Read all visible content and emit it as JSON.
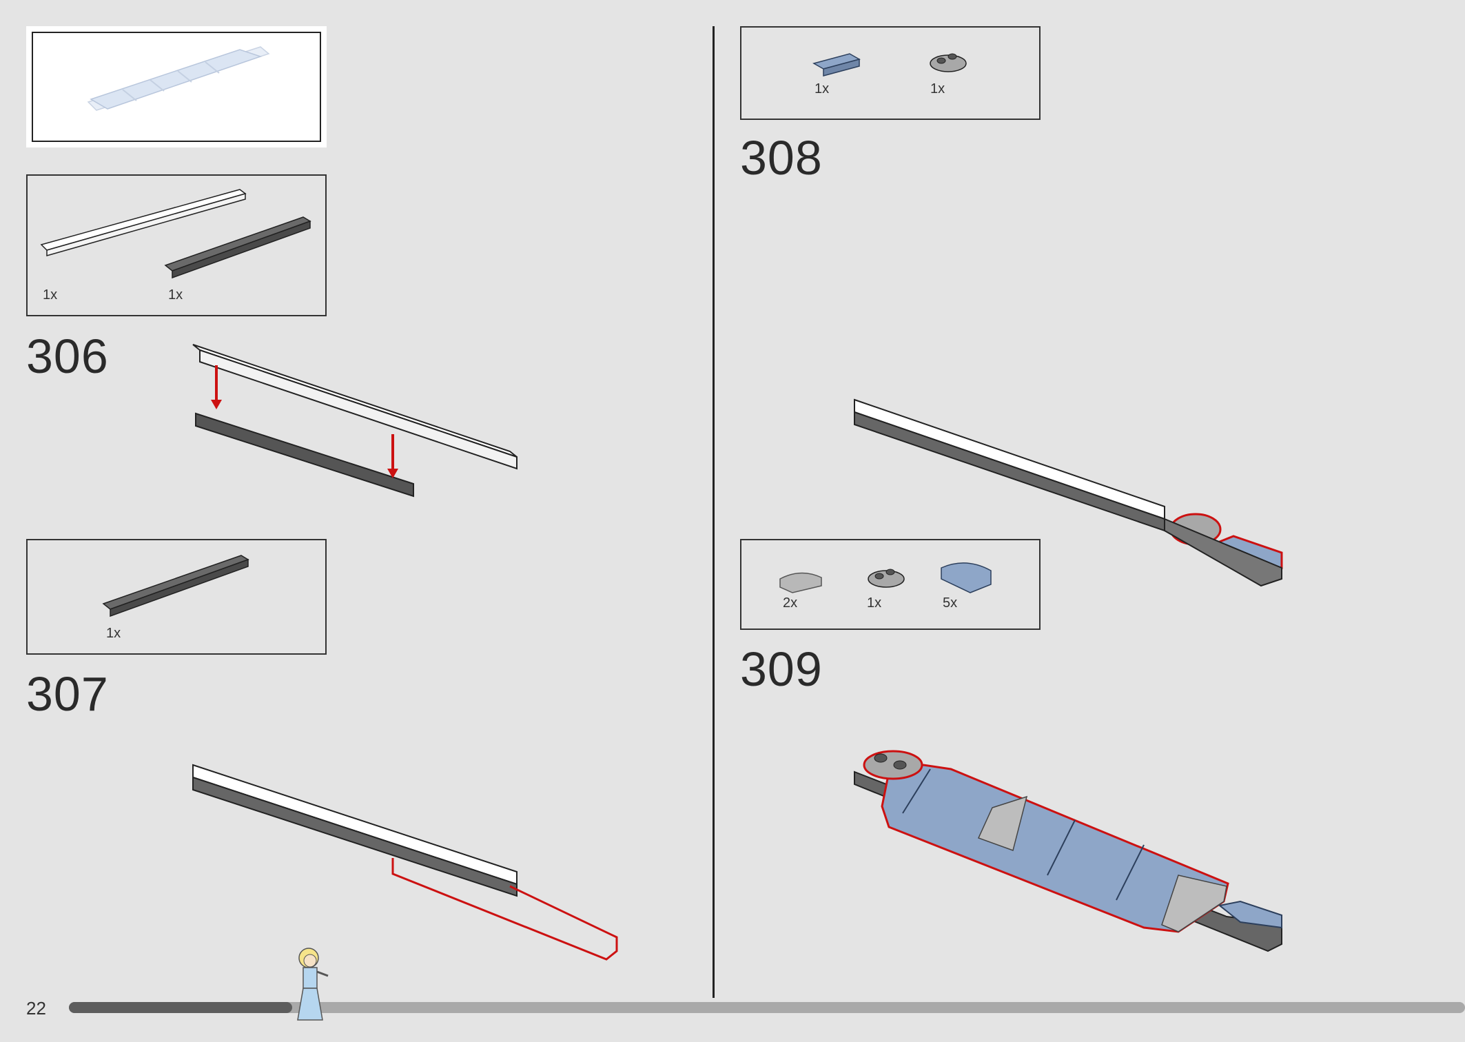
{
  "page": {
    "number": "22"
  },
  "progress": {
    "fraction": 0.16
  },
  "preview": {
    "label": ""
  },
  "steps": [
    {
      "number": "306",
      "parts": [
        {
          "qty": "1x",
          "icon": "white-plate-1x12"
        },
        {
          "qty": "1x",
          "icon": "dark-gray-plate-1x8"
        }
      ]
    },
    {
      "number": "307",
      "parts": [
        {
          "qty": "1x",
          "icon": "dark-gray-plate-1x8"
        }
      ]
    },
    {
      "number": "308",
      "parts": [
        {
          "qty": "1x",
          "icon": "sand-blue-tile-2x2"
        },
        {
          "qty": "1x",
          "icon": "gray-round-plate-1x2"
        }
      ]
    },
    {
      "number": "309",
      "parts": [
        {
          "qty": "2x",
          "icon": "gray-curved-slope"
        },
        {
          "qty": "1x",
          "icon": "gray-round-plate-1x2"
        },
        {
          "qty": "5x",
          "icon": "sand-blue-curved-slope"
        }
      ]
    }
  ],
  "colors": {
    "background": "#e4e4e4",
    "highlight": "#cc1111",
    "white_plate": "#ffffff",
    "dark_gray_plate": "#555555",
    "sand_blue": "#8ea6c8",
    "light_gray": "#a8a8a8"
  }
}
